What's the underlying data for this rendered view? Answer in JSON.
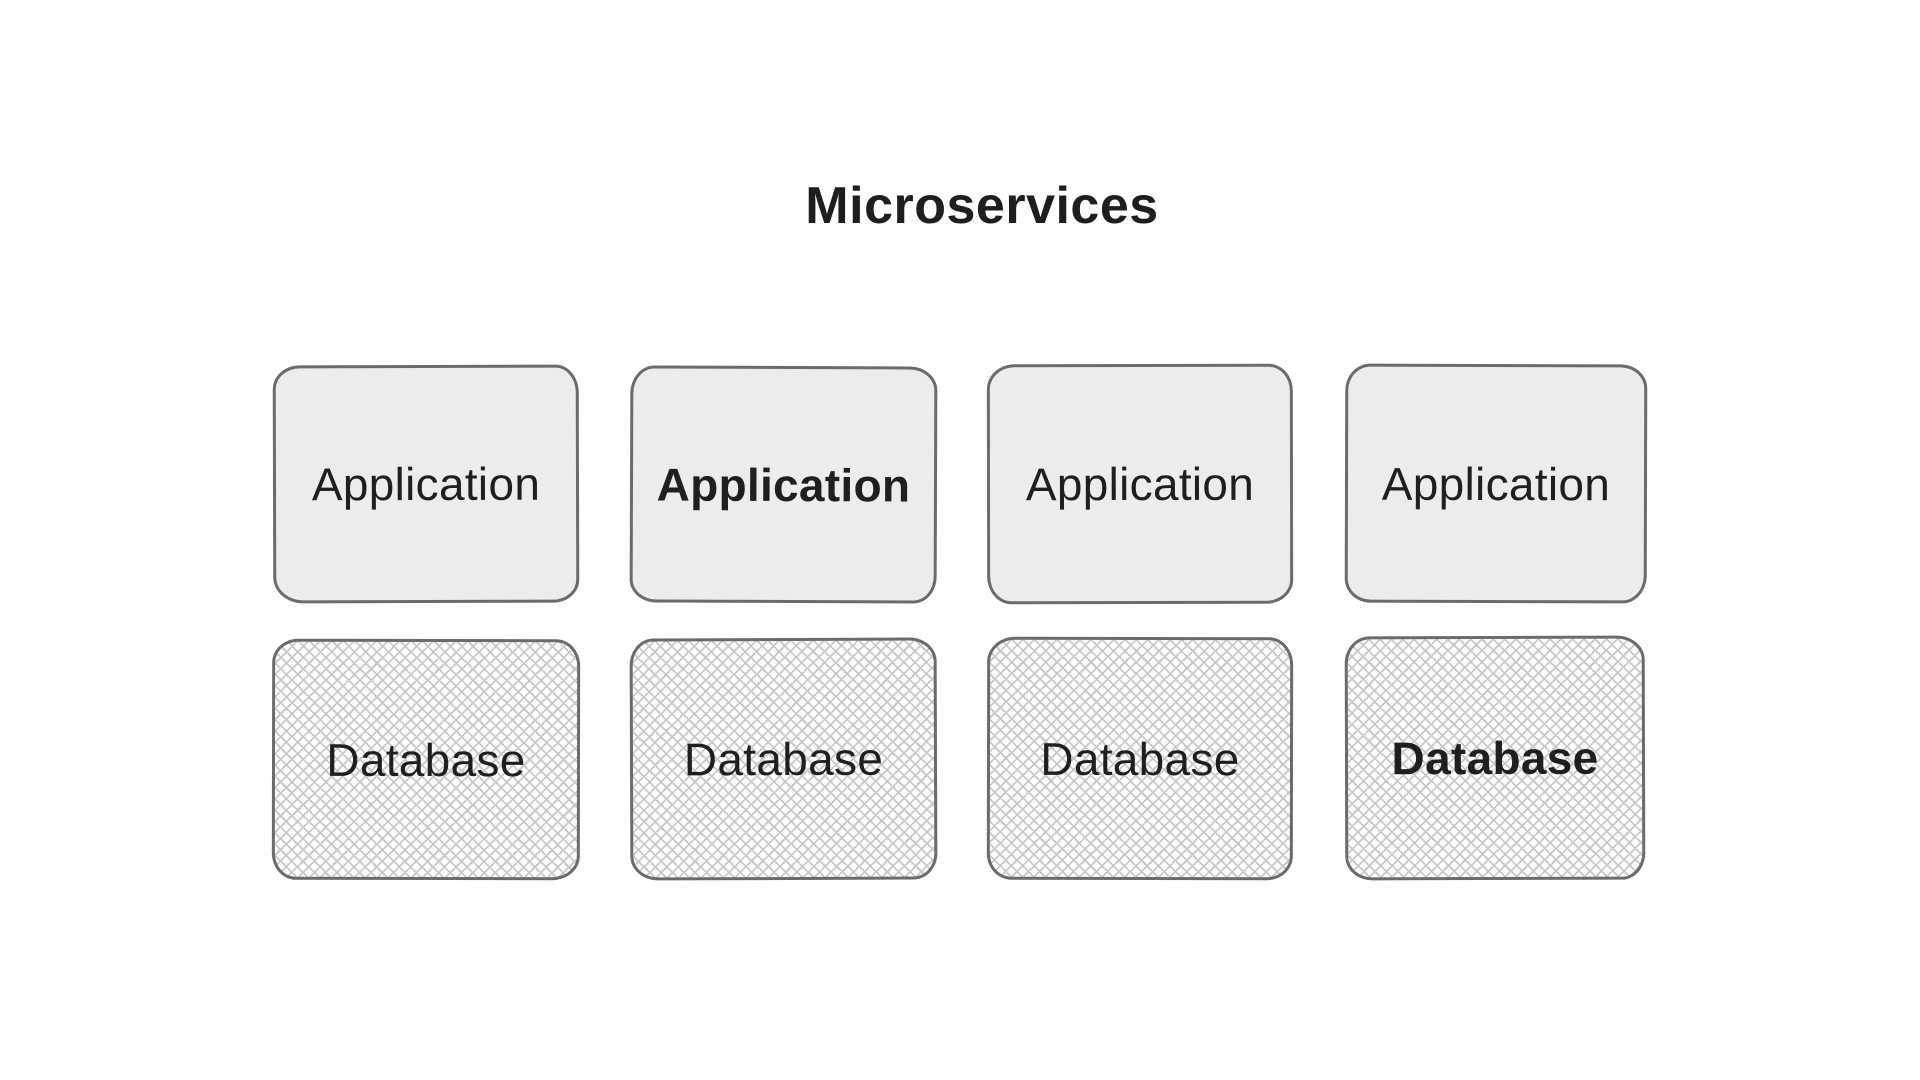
{
  "diagram": {
    "title": "Microservices",
    "columns": [
      {
        "app_label": "Application",
        "app_bold": false,
        "db_label": "Database",
        "db_bold": false
      },
      {
        "app_label": "Application",
        "app_bold": true,
        "db_label": "Database",
        "db_bold": false
      },
      {
        "app_label": "Application",
        "app_bold": false,
        "db_label": "Database",
        "db_bold": false
      },
      {
        "app_label": "Application",
        "app_bold": false,
        "db_label": "Database",
        "db_bold": true
      }
    ]
  },
  "colors": {
    "background": "#ffffff",
    "title-text": "#1e1e1e",
    "label-text": "#1f1f1f",
    "box-border": "#6b6b6b",
    "app-fill": "#ececec",
    "db-hatch": "#c9c9c9"
  }
}
